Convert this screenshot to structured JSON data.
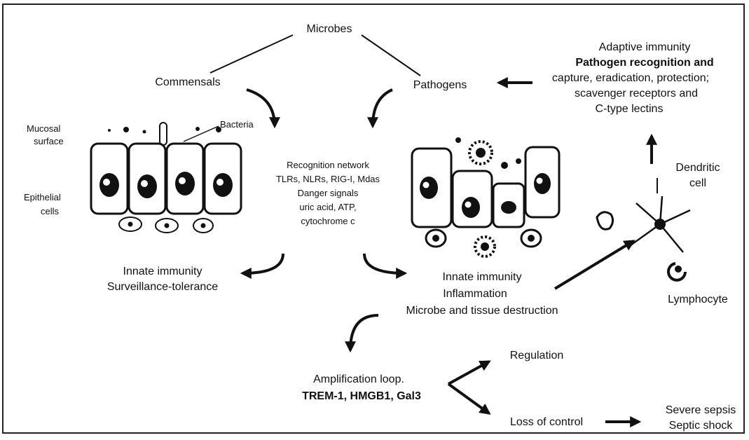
{
  "diagram": {
    "top": {
      "microbes": "Microbes",
      "commensals": "Commensals",
      "pathogens": "Pathogens"
    },
    "adaptive": {
      "line1": "Adaptive immunity",
      "line2": "Pathogen recognition and",
      "line3": "capture, eradication, protection;",
      "line4": "scavenger receptors and",
      "line5": "C-type lectins"
    },
    "mucosa": {
      "bacteria": "Bacteria",
      "mucosal1": "Mucosal",
      "mucosal2": "surface",
      "epithelial1": "Epithelial",
      "epithelial2": "cells"
    },
    "recognition": {
      "line1": "Recognition network",
      "line2": "TLRs, NLRs, RIG-I, Mdas",
      "line3": "Danger signals",
      "line4": "uric acid, ATP,",
      "line5": "cytochrome c"
    },
    "cells": {
      "dendritic1": "Dendritic",
      "dendritic2": "cell",
      "lymphocyte": "Lymphocyte"
    },
    "innate_left": {
      "line1": "Innate immunity",
      "line2": "Surveillance-tolerance"
    },
    "innate_right": {
      "line1": "Innate immunity",
      "line2": "Inflammation",
      "line3": "Microbe and tissue destruction"
    },
    "amplification": {
      "line1": "Amplification loop.",
      "line2": "TREM-1, HMGB1, Gal3"
    },
    "regulation": "Regulation",
    "loss_of_control": "Loss of control",
    "outcome": {
      "line1": "Severe sepsis",
      "line2": "Septic shock"
    }
  }
}
